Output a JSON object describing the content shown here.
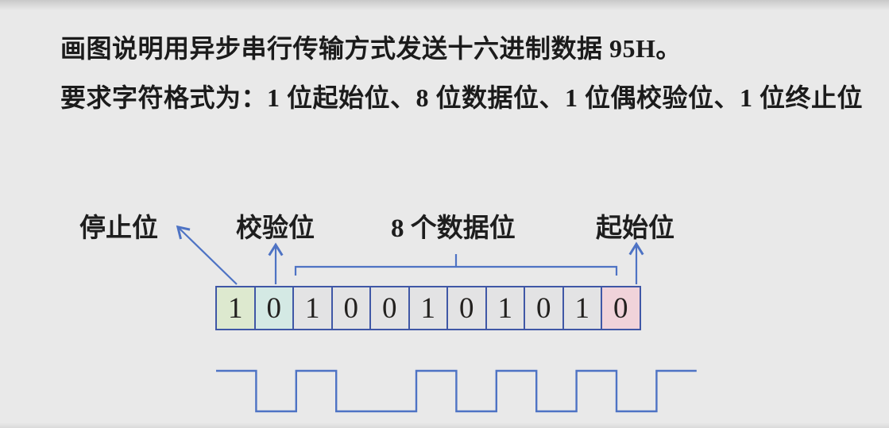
{
  "slide": {
    "title_line1": "画图说明用异步串行传输方式发送十六进制数据 95H。",
    "title_line2": "要求字符格式为：1 位起始位、8 位数据位、1 位偶校验位、1 位终止位"
  },
  "diagram": {
    "labels": {
      "stop_bit": "停止位",
      "parity_bit": "校验位",
      "data_bits": "8 个数据位",
      "start_bit": "起始位"
    },
    "frame": {
      "hex_value": "95H",
      "bits": [
        {
          "value": "1",
          "role": "stop"
        },
        {
          "value": "0",
          "role": "parity"
        },
        {
          "value": "1",
          "role": "data"
        },
        {
          "value": "0",
          "role": "data"
        },
        {
          "value": "0",
          "role": "data"
        },
        {
          "value": "1",
          "role": "data"
        },
        {
          "value": "0",
          "role": "data"
        },
        {
          "value": "1",
          "role": "data"
        },
        {
          "value": "0",
          "role": "data"
        },
        {
          "value": "1",
          "role": "data"
        },
        {
          "value": "0",
          "role": "start"
        }
      ],
      "trailing_idle_level": "1"
    },
    "colors": {
      "stop_fill": "#dde9cf",
      "parity_fill": "#d4e9e4",
      "data_fill": "#e3e3e4",
      "start_fill": "#f0d3da",
      "line_blue": "#4e73c4",
      "border_blue": "#3f57a6",
      "background": "#e9e9e9",
      "text": "#1b1b1b"
    }
  }
}
